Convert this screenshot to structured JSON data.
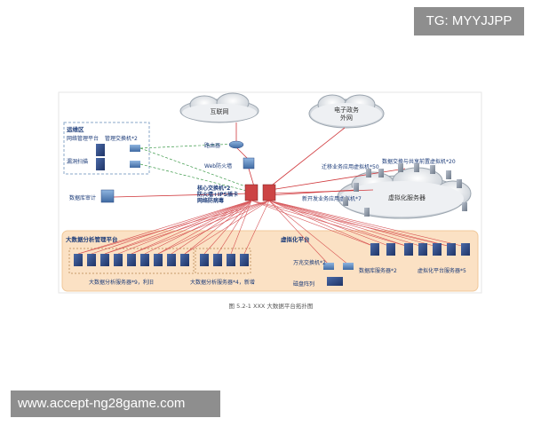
{
  "overlay": {
    "tg_label": "TG: MYYJJPP",
    "bottom_url": "www.accept-ng28game.com"
  },
  "diagram": {
    "caption": "图 5.2-1 XXX 大数据平台拓扑图",
    "clouds": {
      "internet": "互联网",
      "egov": "电子政务",
      "egov2": "外网",
      "virtual": "虚拟化服务器"
    },
    "ops": {
      "title": "运维区",
      "nm_platform": "网络管理平台",
      "mgmt_switch": "管理交换机*2",
      "scanner": "漏洞扫描"
    },
    "labels": {
      "router": "路由器",
      "web_fw": "Web防火墙",
      "db_audit": "数据库审计",
      "core1": "核心交换机*2",
      "core2": "防火墙+IPS插卡",
      "core3": "网络防病毒",
      "exchange_vm": "数据交换与共享前置虚拟机*20",
      "migrate_vm": "迁移业务应用虚拟机*50",
      "newdev_vm": "新开发业务应用虚拟机*7"
    },
    "platform": {
      "bigdata_title": "大数据分析管理平台",
      "virt_title": "虚拟化平台",
      "servers_a": "大数据分析服务器*9，利旧",
      "servers_b": "大数据分析服务器*4，新增",
      "access_switch": "万兆交换机*2",
      "db_server": "数据库服务器*2",
      "virt_server": "虚拟化平台服务器*5",
      "storage": "磁盘阵列"
    },
    "colors": {
      "red_link": "#d0383c",
      "green_link": "#3d9a4a",
      "platform_bg": "#fbe1c4",
      "server": "#2e4a86"
    }
  }
}
